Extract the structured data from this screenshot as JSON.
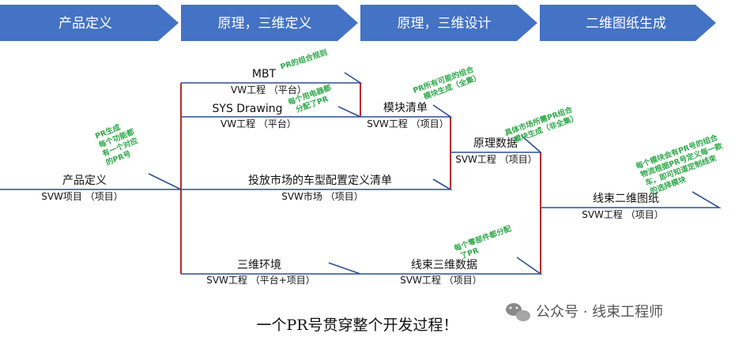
{
  "phases": [
    "产品定义",
    "原理，三维定义",
    "原理，三维设计",
    "二维图纸生成"
  ],
  "nodes": {
    "product_def": {
      "title": "产品定义",
      "sub": "SVW项目 （项目）"
    },
    "mbt": {
      "title": "MBT",
      "sub": "VW工程 （平台）"
    },
    "sys_drawing": {
      "title": "SYS Drawing",
      "sub": "VW工程 （平台）"
    },
    "market_list": {
      "title": "投放市场的车型配置定义清单",
      "sub": "SVW市场 （项目）"
    },
    "env_3d": {
      "title": "三维环境",
      "sub": "SVW工程 （平台+项目）"
    },
    "module_list": {
      "title": "模块清单",
      "sub": "SVW工程 （项目）"
    },
    "schematic": {
      "title": "原理数据",
      "sub": "SVW工程 （项目）"
    },
    "harness_3d": {
      "title": "线束三维数据",
      "sub": "SVW工程 （项目）"
    },
    "harness_2d": {
      "title": "线束二维图纸",
      "sub": "SVW工程 （项目）"
    }
  },
  "notes": {
    "n1": [
      "PR生成",
      "每个功能都",
      "有一个对应",
      "的PR号"
    ],
    "n2": [
      "PR的组合规则"
    ],
    "n3": [
      "每个用电器都",
      "分配了PR"
    ],
    "n4": [
      "PR所有可能的组合",
      "模块生成（全集）"
    ],
    "n5": [
      "具体市场所需PR组合",
      "模块生成（非全集）"
    ],
    "n6": [
      "每个零部件都分配",
      "了PR"
    ],
    "n7": [
      "每个模块会有PR号的组合",
      "物流根据PR号定义每一款",
      "车，即可知道定制线束",
      "的选择模块"
    ]
  },
  "footer": "一个PR号贯穿整个开发过程！",
  "brand": "公众号 · 线束工程师",
  "colors": {
    "phase": "#4472c4",
    "line": "#2f4f95",
    "connector": "#c0282d",
    "note": "#2ea84a"
  }
}
